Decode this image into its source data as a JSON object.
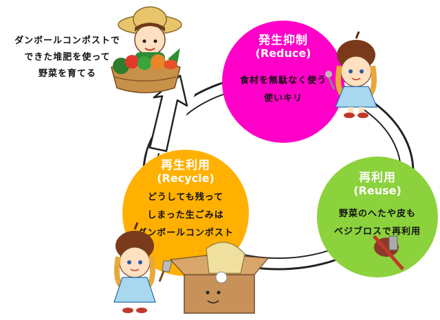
{
  "caption": {
    "lines": [
      "ダンボールコンポストで",
      "できた堆肥を使って",
      "野菜を育てる"
    ]
  },
  "reduce": {
    "title": "発生抑制",
    "subtitle": "(Reduce)",
    "lines": [
      "食材を無駄なく使う",
      "使いキリ"
    ],
    "color": "#ff00c8"
  },
  "reuse": {
    "title": "再利用",
    "subtitle": "(Reuse)",
    "lines": [
      "野菜のへたや皮も",
      "ベジブロスで再利用"
    ],
    "color": "#8cd23c"
  },
  "recycle": {
    "title": "再生利用",
    "subtitle": "(Recycle)",
    "lines": [
      "どうしても残って",
      "しまった生ごみは",
      "ダンボールコンポスト"
    ],
    "color": "#ffb000"
  },
  "icons": [
    "farmer-illustration",
    "acorn-girl-illustration",
    "peeler-illustration",
    "compost-box-illustration",
    "cycle-arrow"
  ]
}
